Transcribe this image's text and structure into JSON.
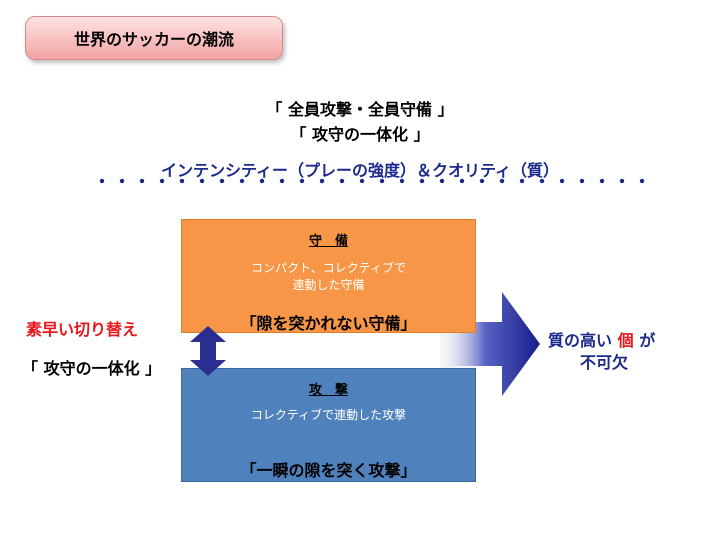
{
  "title": "世界のサッカーの潮流",
  "headlines": {
    "line1": "「 全員攻撃・全員守備 」",
    "line2": "「 攻守の一体化 」"
  },
  "subtitle": "インテンシティー（プレーの強度）＆クオリティ（質）",
  "defense": {
    "heading": "守　備",
    "desc_line1": "コンパクト、コレクティブで",
    "desc_line2": "連動した守備",
    "slogan": "「隙を突かれない守備」"
  },
  "attack": {
    "heading": "攻　撃",
    "desc": "コレクティブで連動した攻撃",
    "slogan": "「一瞬の隙を突く攻撃」"
  },
  "left_labels": {
    "transition": "素早い切り替え",
    "unity": "「 攻守の一体化 」"
  },
  "conclusion": {
    "part1": "質の高い",
    "part2": "個",
    "part3": "が",
    "line2": "不可欠"
  },
  "colors": {
    "defense_box": "#f79646",
    "attack_box": "#4f81bd",
    "accent_blue": "#1b2a8c",
    "accent_red": "#e8151b",
    "title_badge": "#f4a3a3"
  },
  "icons": {
    "double_arrow": "up-down-arrow-icon",
    "big_arrow": "right-arrow-icon"
  }
}
